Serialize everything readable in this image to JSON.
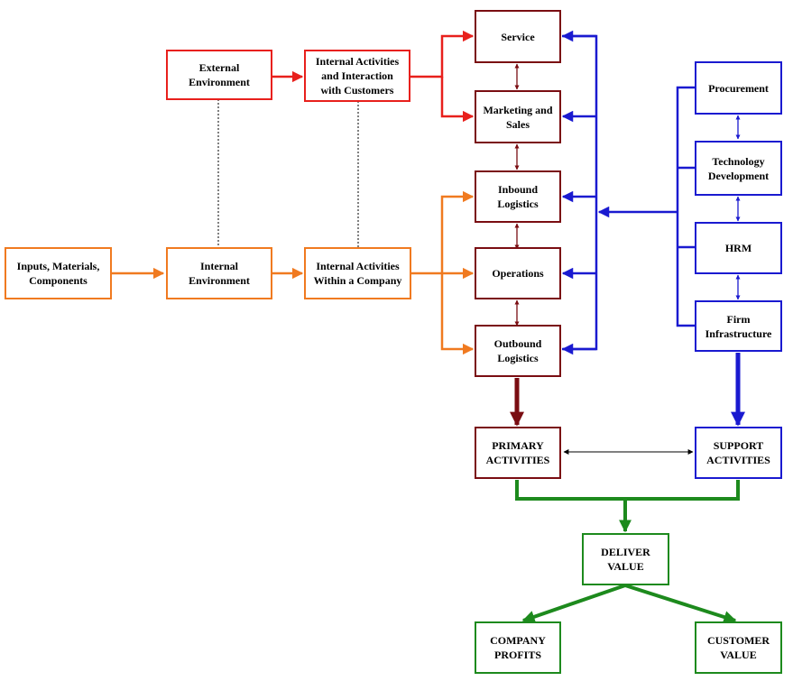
{
  "colors": {
    "external": "#e8201c",
    "internal": "#f07a20",
    "primary": "#7a0d12",
    "support": "#1a1ad0",
    "value": "#1d8a1d",
    "connector": "#000000"
  },
  "boxes": {
    "external_environment": "External\nEnvironment",
    "internal_activities_customers": "Internal Activities\nand Interaction\nwith Customers",
    "inputs": "Inputs, Materials,\nComponents",
    "internal_environment": "Internal\nEnvironment",
    "internal_activities_company": "Internal Activities\nWithin a Company",
    "service": "Service",
    "marketing_sales": "Marketing and\nSales",
    "inbound_logistics": "Inbound\nLogistics",
    "operations": "Operations",
    "outbound_logistics": "Outbound\nLogistics",
    "procurement": "Procurement",
    "technology_development": "Technology\nDevelopment",
    "hrm": "HRM",
    "firm_infrastructure": "Firm\nInfrastructure",
    "primary_activities": "PRIMARY\nACTIVITIES",
    "support_activities": "SUPPORT\nACTIVITIES",
    "deliver_value": "DELIVER\nVALUE",
    "company_profits": "COMPANY\nPROFITS",
    "customer_value": "CUSTOMER\nVALUE"
  }
}
